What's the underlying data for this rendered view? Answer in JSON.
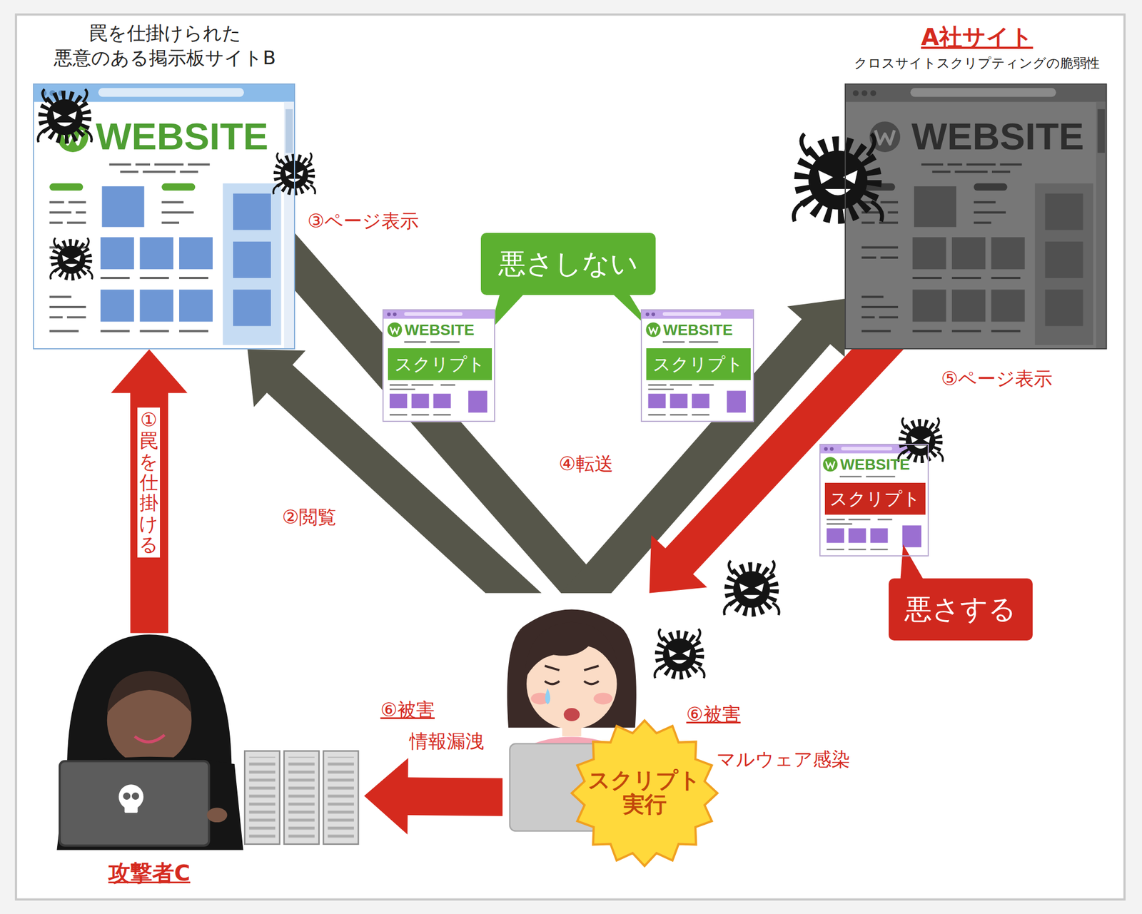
{
  "diagram": {
    "nodes": [
      {
        "text": [
          "罠を仕掛けられた 悪意のある掲示板サイトB",
          "WEBSITE"
        ]
      },
      {
        "text": [
          "A社サイト",
          "クロスサイトスクリプティングの脆弱性",
          "WEBSITE"
        ]
      },
      {
        "text": [
          "悪さしない"
        ]
      },
      {
        "text": [
          "WEBSITE",
          "スクリプト"
        ]
      },
      {
        "text": [
          "WEBSITE",
          "スクリプト"
        ]
      },
      {
        "text": [
          "WEBSITE",
          "スクリプト"
        ]
      },
      {
        "text": [
          "悪さする"
        ]
      },
      {
        "text": [
          "攻撃者C"
        ]
      },
      {
        "text": [
          "スクリプト実行"
        ]
      }
    ],
    "edges": [
      {
        "from": 7,
        "to": 0,
        "label": "①罠を仕掛ける",
        "arrow": "to"
      },
      {
        "from": 8,
        "to": 0,
        "label": "②閲覧",
        "arrow": "to"
      },
      {
        "from": 0,
        "to": 8,
        "label": "③ページ表示",
        "arrow": "none"
      },
      {
        "from": 8,
        "to": 1,
        "label": "④転送",
        "arrow": "to"
      },
      {
        "from": 1,
        "to": 8,
        "label": "⑤ページ表示",
        "arrow": "to"
      },
      {
        "from": 8,
        "to": 7,
        "arrow": "to"
      }
    ],
    "labels": [
      "⑥被害",
      "情報漏洩",
      "⑥被害",
      "マルウェア感染"
    ]
  }
}
